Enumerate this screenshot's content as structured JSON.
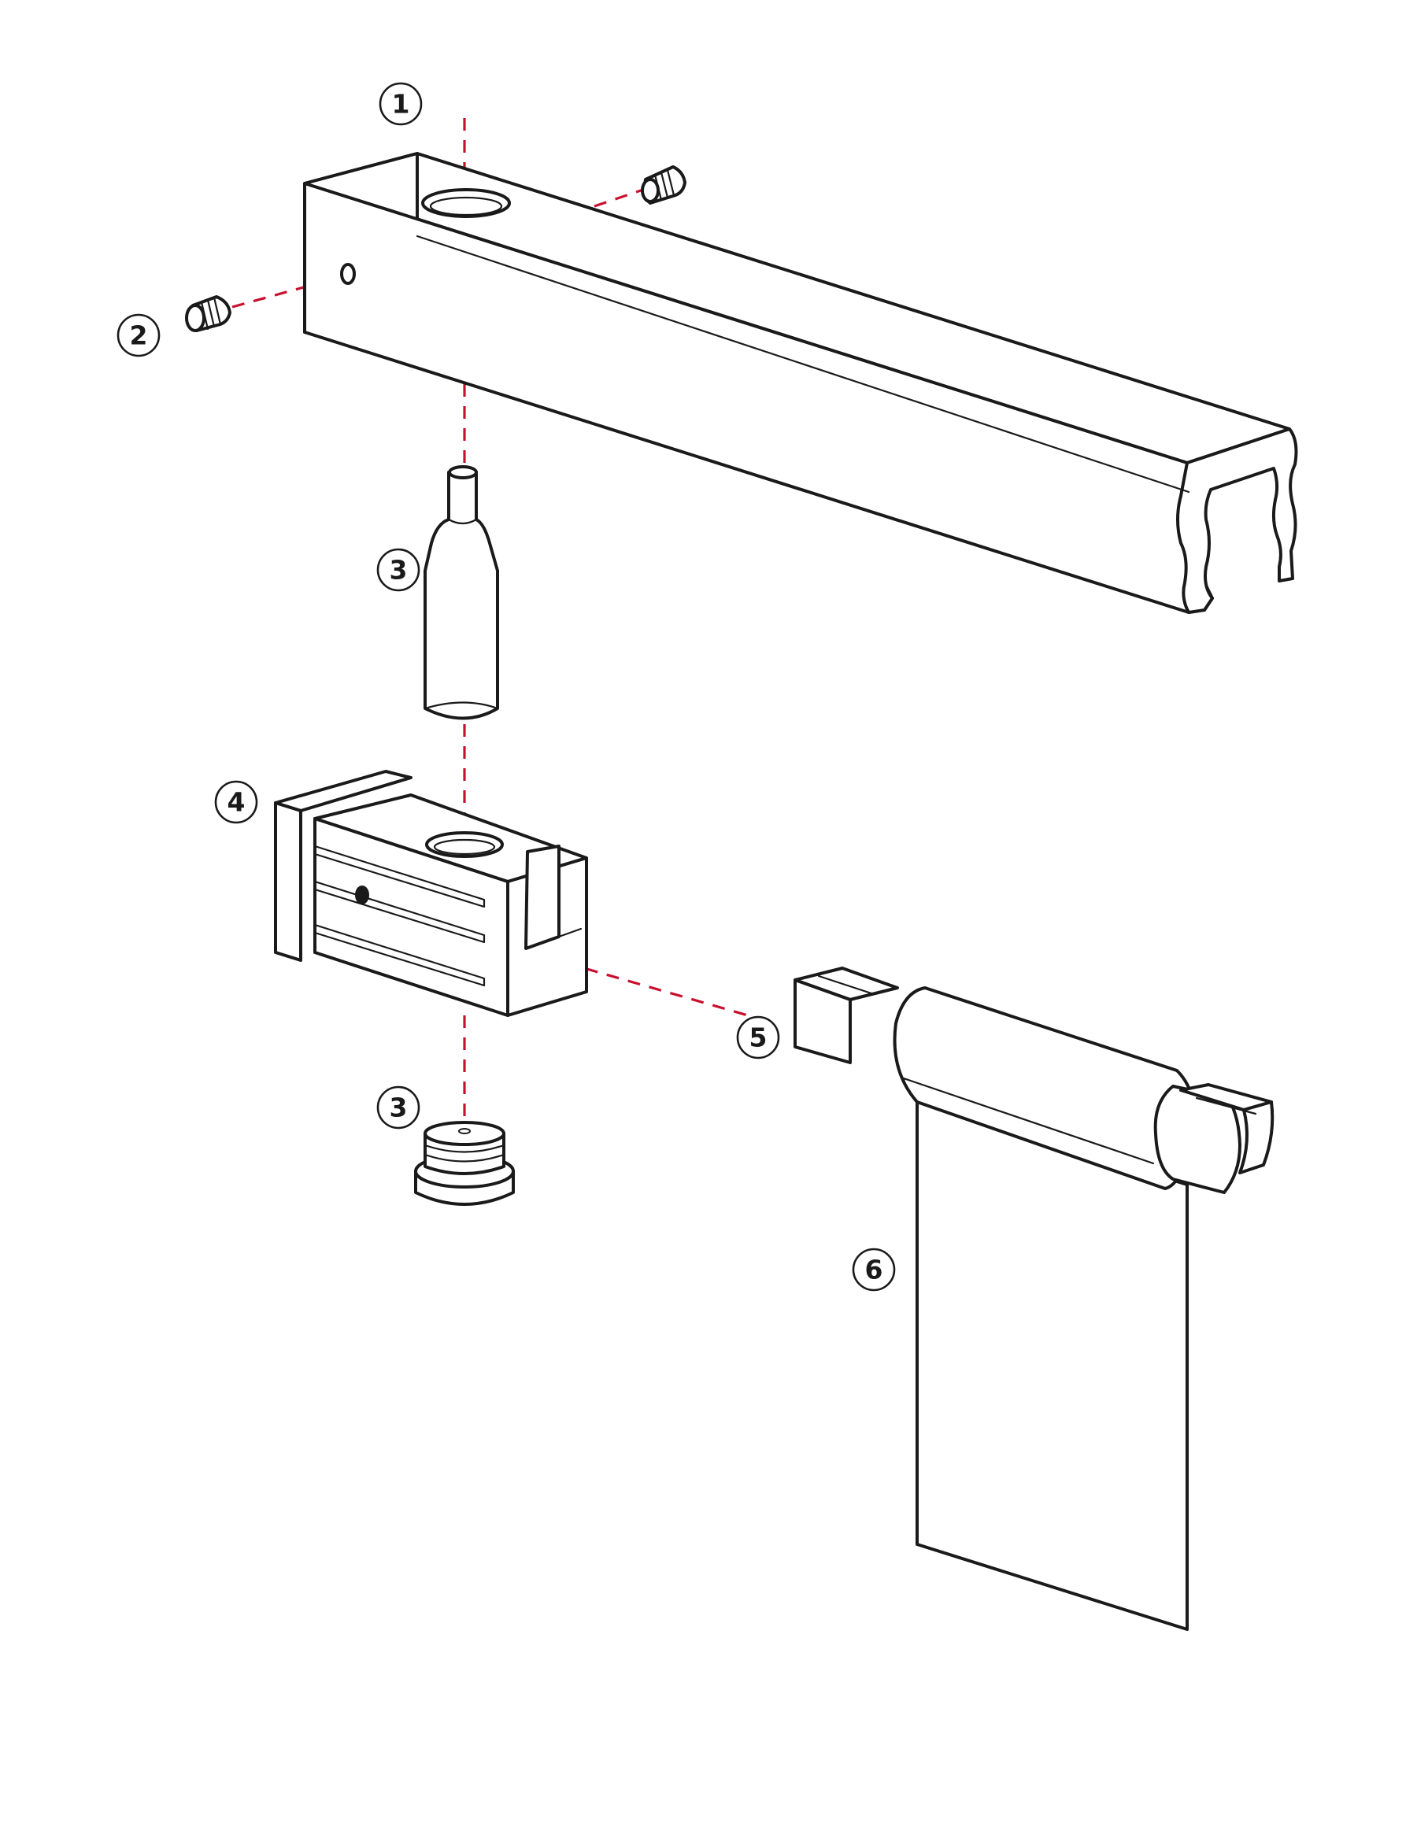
{
  "colors": {
    "line": "#1a1a1a",
    "assembly_path": "#c8102e",
    "background": "#ffffff"
  },
  "callouts": [
    {
      "id": "c1",
      "label": "1"
    },
    {
      "id": "c2",
      "label": "2"
    },
    {
      "id": "c3a",
      "label": "3"
    },
    {
      "id": "c3b",
      "label": "3"
    },
    {
      "id": "c4",
      "label": "4"
    },
    {
      "id": "c5",
      "label": "5"
    },
    {
      "id": "c6",
      "label": "6"
    }
  ]
}
